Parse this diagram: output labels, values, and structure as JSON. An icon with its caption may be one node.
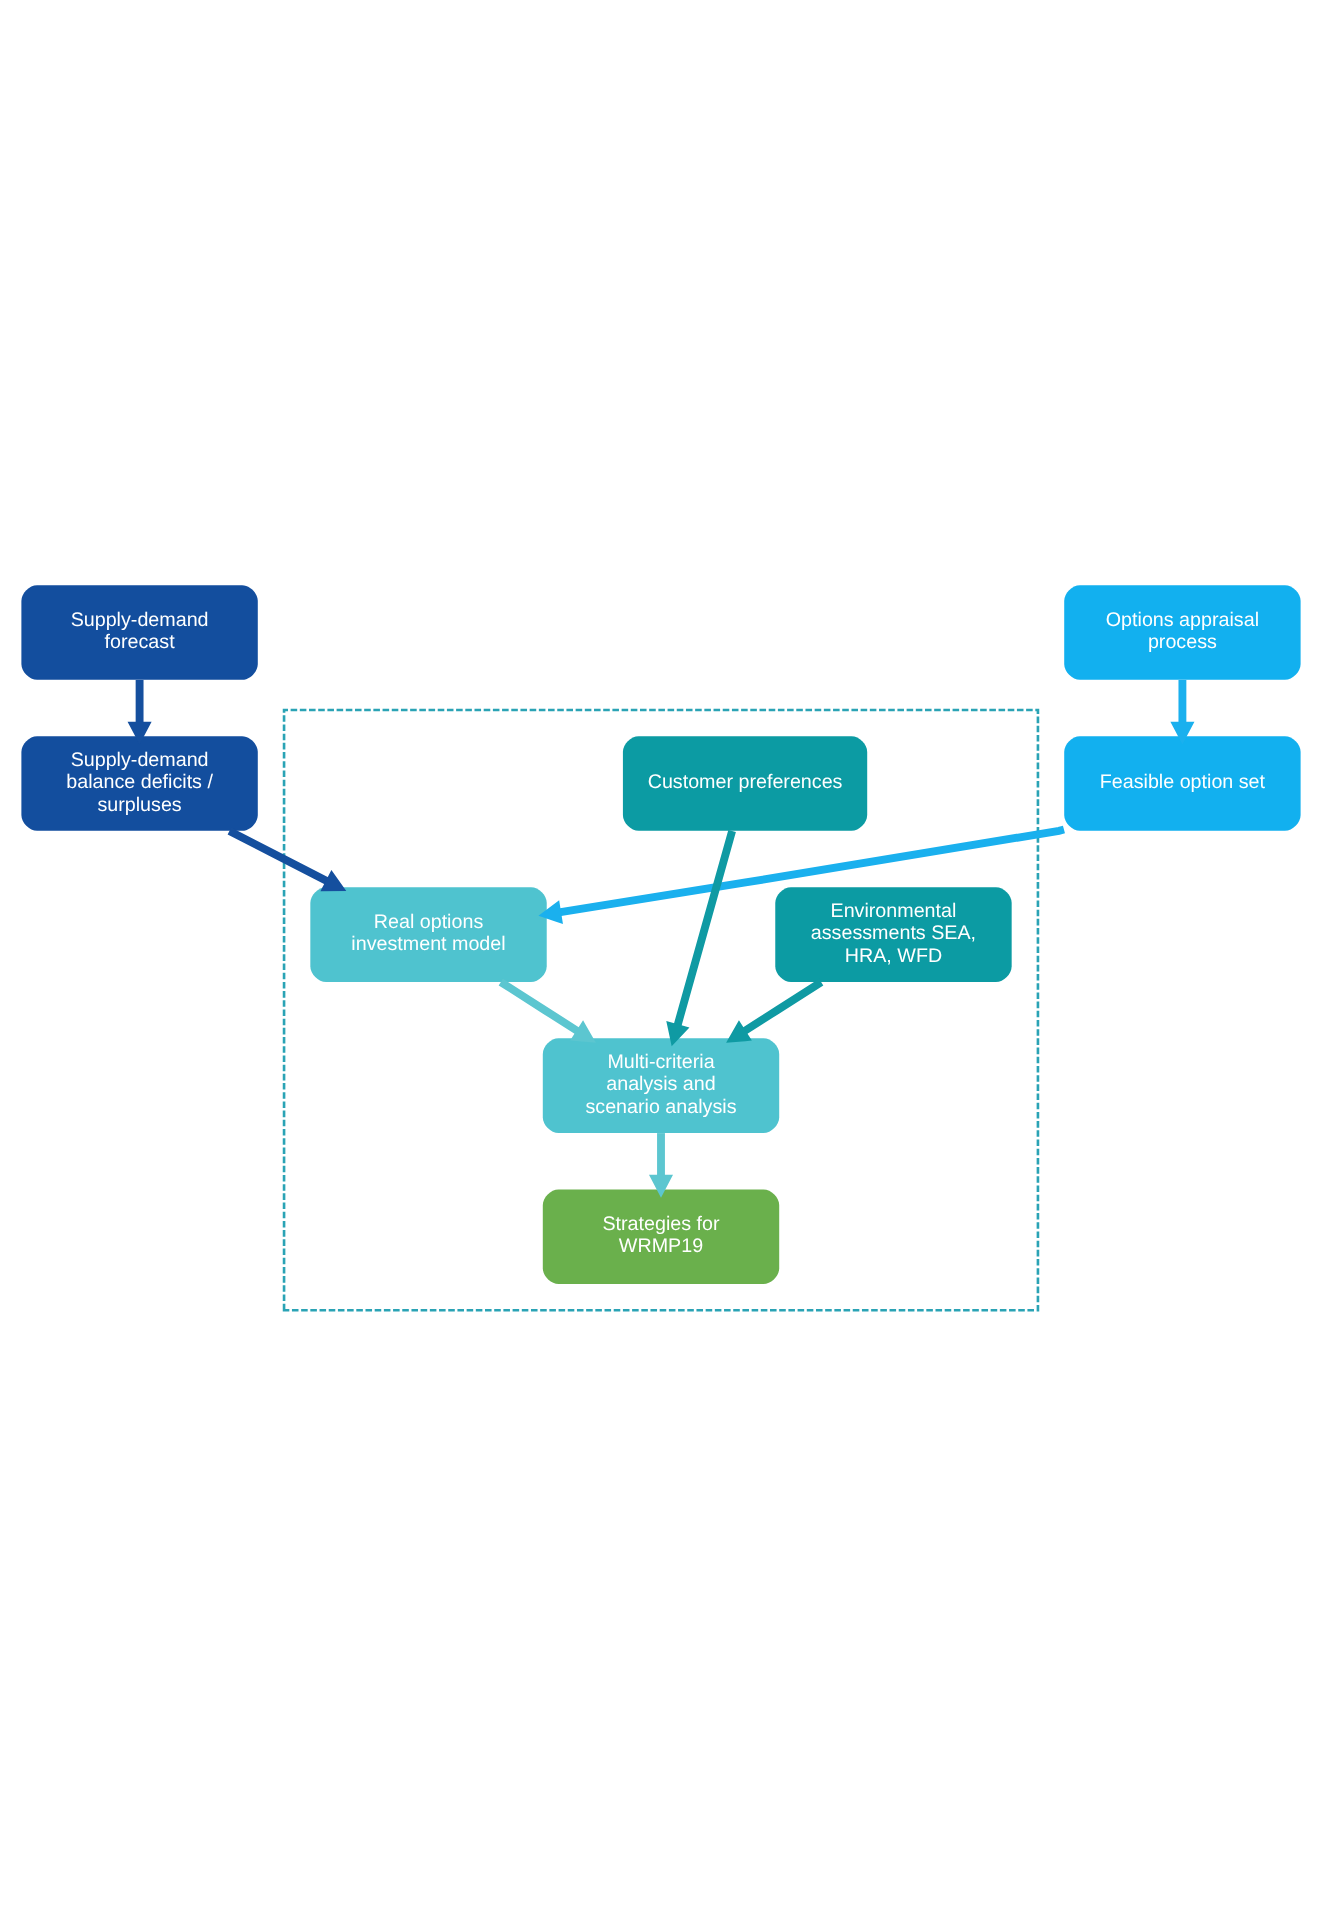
{
  "diagram": {
    "nodes": [
      {
        "text": [
          "Supply-demand forecast"
        ]
      },
      {
        "text": [
          "Options appraisal process"
        ]
      },
      {
        "text": [
          "Supply-demand balance deficits / surpluses"
        ]
      },
      {
        "text": [
          "Feasible option set"
        ]
      },
      {
        "text": [],
        "shape": "box"
      },
      {
        "text": [
          "Real options investment model"
        ],
        "in": 4
      },
      {
        "text": [
          "Customer preferences"
        ],
        "in": 4
      },
      {
        "text": [
          "Multi-criteria analysis and scenario analysis"
        ],
        "in": 4
      },
      {
        "text": [
          "Environmental assessments SEA, HRA, WFD"
        ],
        "in": 4
      },
      {
        "text": [
          "Strategies for WRMP19"
        ],
        "in": 4
      }
    ],
    "edges": [
      {
        "from": 0,
        "to": 2,
        "arrow": "to",
        "color": "#154f9e"
      },
      {
        "from": 1,
        "to": 3,
        "arrow": "to",
        "color": "#1ab0ee"
      },
      {
        "from": 2,
        "to": 5,
        "arrow": "to",
        "color": "#154f9e"
      },
      {
        "from": 3,
        "to": 5,
        "arrow": "to",
        "color": "#1ab0ee"
      },
      {
        "from": 5,
        "to": 7,
        "arrow": "to",
        "color": "#5cc6d0"
      },
      {
        "from": 6,
        "to": 7,
        "arrow": "to",
        "color": "#0f9aa3"
      },
      {
        "from": 8,
        "to": 7,
        "arrow": "to",
        "color": "#0f9aa3"
      },
      {
        "from": 7,
        "to": 9,
        "arrow": "to",
        "color": "#5cc6d0"
      }
    ]
  }
}
